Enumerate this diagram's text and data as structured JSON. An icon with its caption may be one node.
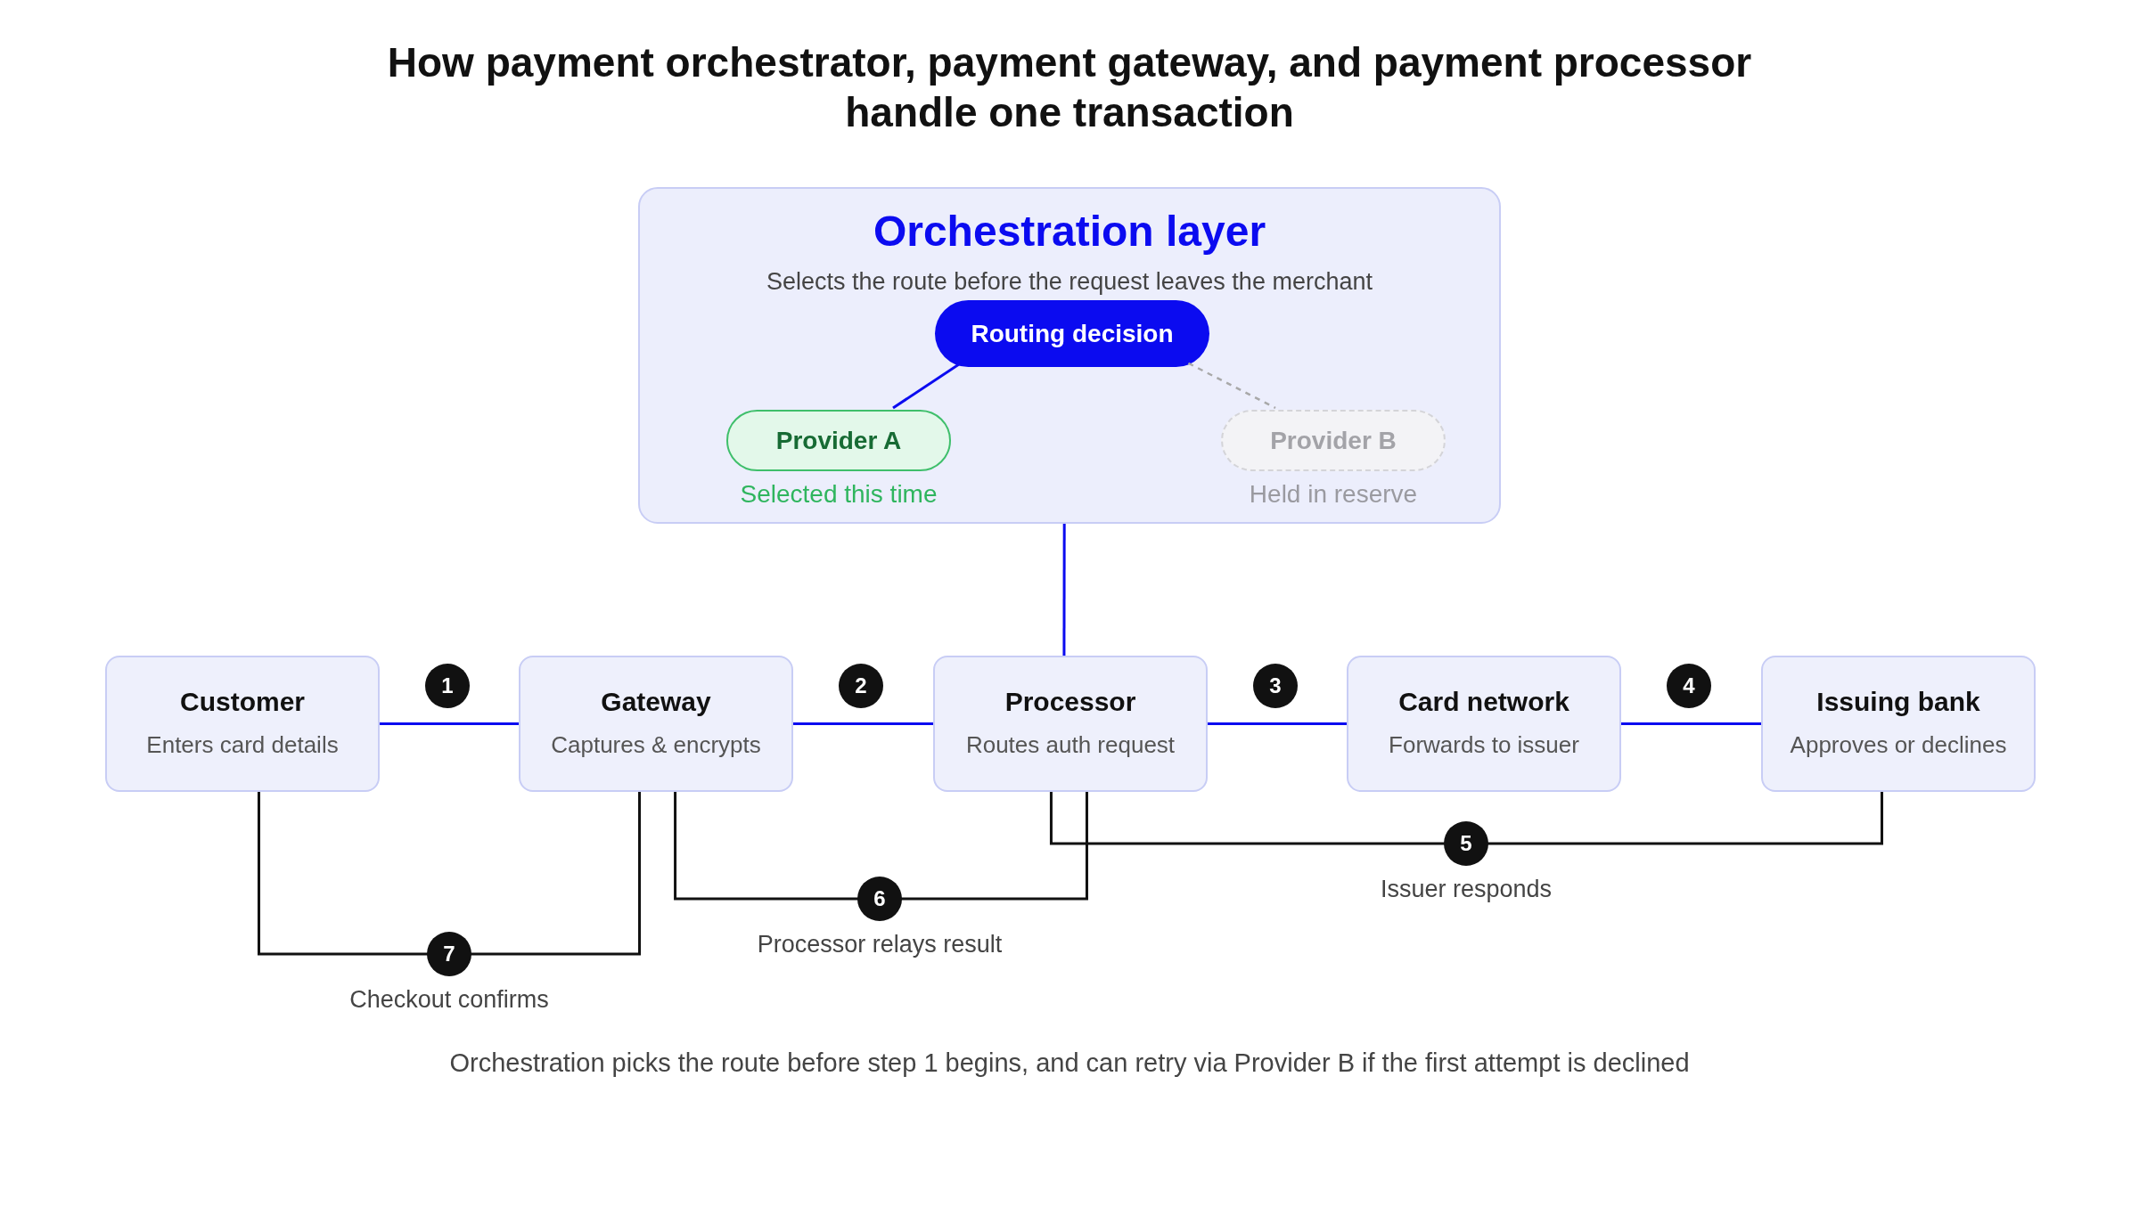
{
  "diagram": {
    "title": "How payment orchestrator, payment gateway, and payment processor handle one transaction",
    "caption": "Orchestration picks the route before step 1 begins, and can retry via Provider B if the first attempt is declined",
    "nodes": [
      {
        "text": [
          "Orchestration layer",
          "Selects the route before the request leaves the merchant"
        ]
      },
      {
        "text": [
          "Routing decision"
        ],
        "in": 0
      },
      {
        "text": [
          "Provider A"
        ],
        "in": 0,
        "beside": [
          "Selected this time"
        ]
      },
      {
        "text": [
          "Provider B"
        ],
        "in": 0,
        "beside": [
          "Held in reserve"
        ]
      },
      {
        "text": [
          "Customer",
          "Enters card details"
        ]
      },
      {
        "text": [
          "Gateway",
          "Captures & encrypts"
        ]
      },
      {
        "text": [
          "Processor",
          "Routes auth request"
        ]
      },
      {
        "text": [
          "Card network",
          "Forwards to issuer"
        ]
      },
      {
        "text": [
          "Issuing bank",
          "Approves or declines"
        ]
      }
    ],
    "edges": [
      {
        "from": 1,
        "to": 2,
        "arrow": "none"
      },
      {
        "from": 1,
        "to": 3,
        "arrow": "none",
        "style": "dashed",
        "color": "#a8a8a8"
      },
      {
        "from": 0,
        "to": 6,
        "arrow": "none"
      },
      {
        "from": 4,
        "to": 5,
        "arrow": "none"
      },
      {
        "from": 5,
        "to": 6,
        "arrow": "none"
      },
      {
        "from": 6,
        "to": 7,
        "arrow": "none"
      },
      {
        "from": 7,
        "to": 8,
        "arrow": "none"
      },
      {
        "from": 8,
        "to": 6,
        "arrow": "none",
        "label": "Issuer responds",
        "color": "#111111"
      },
      {
        "from": 6,
        "to": 5,
        "arrow": "none",
        "label": "Processor relays result",
        "color": "#111111"
      },
      {
        "from": 5,
        "to": 4,
        "arrow": "none",
        "label": "Checkout confirms",
        "color": "#111111"
      }
    ],
    "labels": [
      "1",
      "2",
      "3",
      "4",
      "5",
      "6",
      "7"
    ]
  }
}
